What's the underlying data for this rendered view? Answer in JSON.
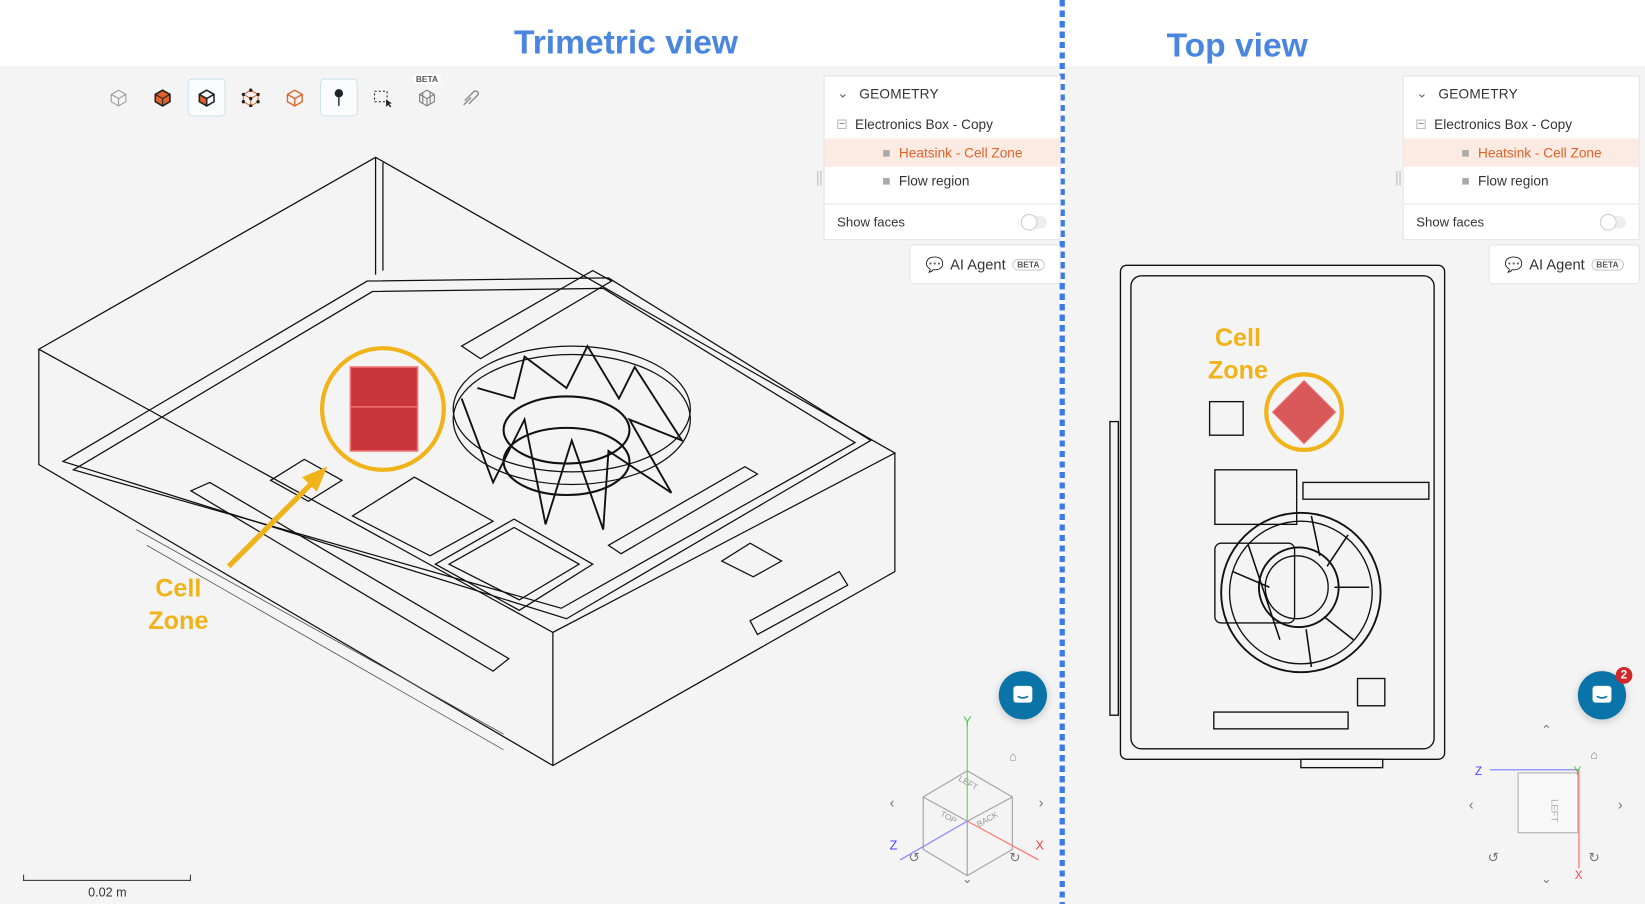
{
  "titles": {
    "left": "Trimetric view",
    "right": "Top view"
  },
  "toolbar": {
    "beta_label": "BETA",
    "tools": [
      "view-cube-icon",
      "solid-cube-icon",
      "solid-edges-cube-icon",
      "vertices-cube-icon",
      "wireframe-cube-icon",
      "point-pin-icon",
      "box-select-icon",
      "mesh-icon",
      "measure-icon"
    ]
  },
  "tree": {
    "header": "GEOMETRY",
    "root": "Electronics Box - Copy",
    "items": [
      {
        "label": "Heatsink - Cell Zone",
        "selected": true
      },
      {
        "label": "Flow region",
        "selected": false
      }
    ],
    "show_faces": "Show faces"
  },
  "ai_agent": {
    "label": "AI Agent",
    "badge": "BETA"
  },
  "chat": {
    "badge_count": "2"
  },
  "annotation": {
    "line1": "Cell",
    "line2": "Zone"
  },
  "scale_bar": "0.02 m",
  "view_cube": {
    "left": "LEFT",
    "top": "TOP",
    "back": "BACK",
    "x": "X",
    "y": "Y",
    "z": "Z"
  },
  "colors": {
    "title": "#4a86e0",
    "annotation": "#f0b31a",
    "selection": "#e0622a",
    "cell_zone": "#c8353a",
    "chat": "#0a74a8"
  }
}
